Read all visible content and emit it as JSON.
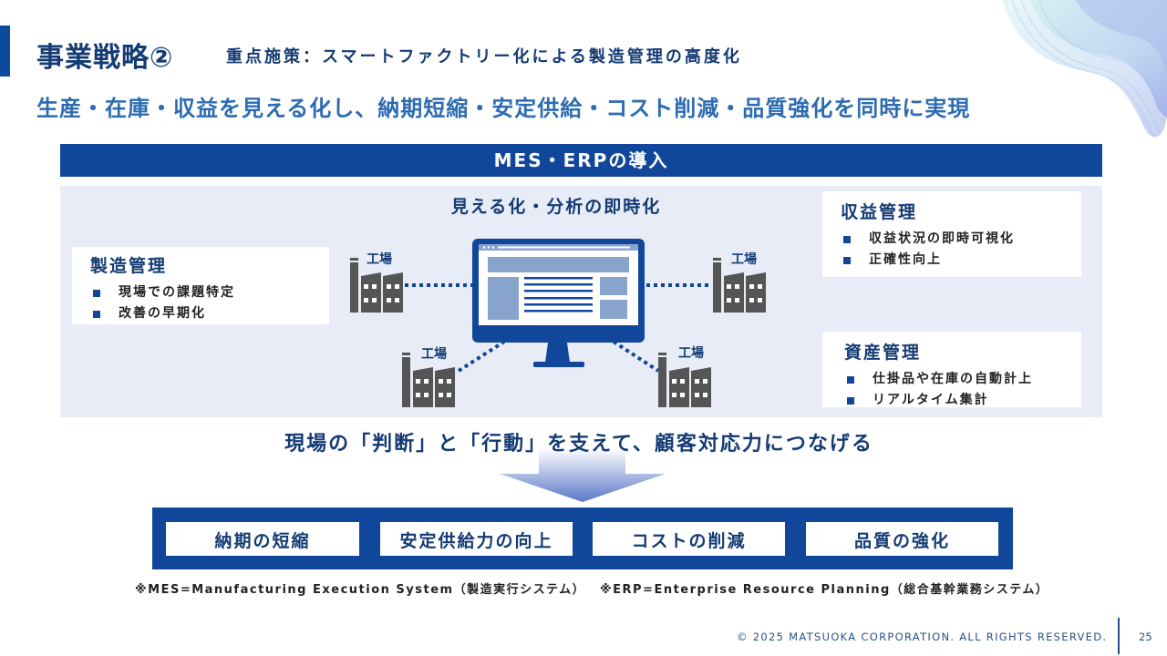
{
  "header": {
    "title": "事業戦略②",
    "subtitle": "重点施策：スマートファクトリー化による製造管理の高度化",
    "headline": "生産・在庫・収益を見える化し、納期短縮・安定供給・コスト削減・品質強化を同時に実現"
  },
  "section_banner": "MES・ERPの導入",
  "visualization": {
    "title": "見える化・分析の即時化",
    "factory_label": "工場",
    "factory_count": 4,
    "center_icon": "monitor-dashboard-icon"
  },
  "cards": {
    "manufacturing": {
      "title": "製造管理",
      "items": [
        "現場での課題特定",
        "改善の早期化"
      ]
    },
    "revenue": {
      "title": "収益管理",
      "items": [
        "収益状況の即時可視化",
        "正確性向上"
      ]
    },
    "assets": {
      "title": "資産管理",
      "items": [
        "仕掛品や在庫の自動計上",
        "リアルタイム集計"
      ]
    }
  },
  "bottom_message": "現場の「判断」と「行動」を支えて、顧客対応力につなげる",
  "outcomes": [
    "納期の短縮",
    "安定供給力の向上",
    "コストの削減",
    "品質の強化"
  ],
  "notes": {
    "mes": "※MES=Manufacturing Execution System（製造実行システム）",
    "erp": "※ERP=Enterprise Resource Planning（総合基幹業務システム）"
  },
  "footer": {
    "copyright": "© 2025 MATSUOKA CORPORATION. ALL RIGHTS RESERVED.",
    "page_number": "25"
  },
  "colors": {
    "primary_navy": "#11479a",
    "title_text": "#143b73",
    "headline_blue": "#2d6cb0",
    "panel_bg": "#e8ecf6",
    "factory_gray": "#555555",
    "screen_light_blue": "#88a3cc"
  }
}
